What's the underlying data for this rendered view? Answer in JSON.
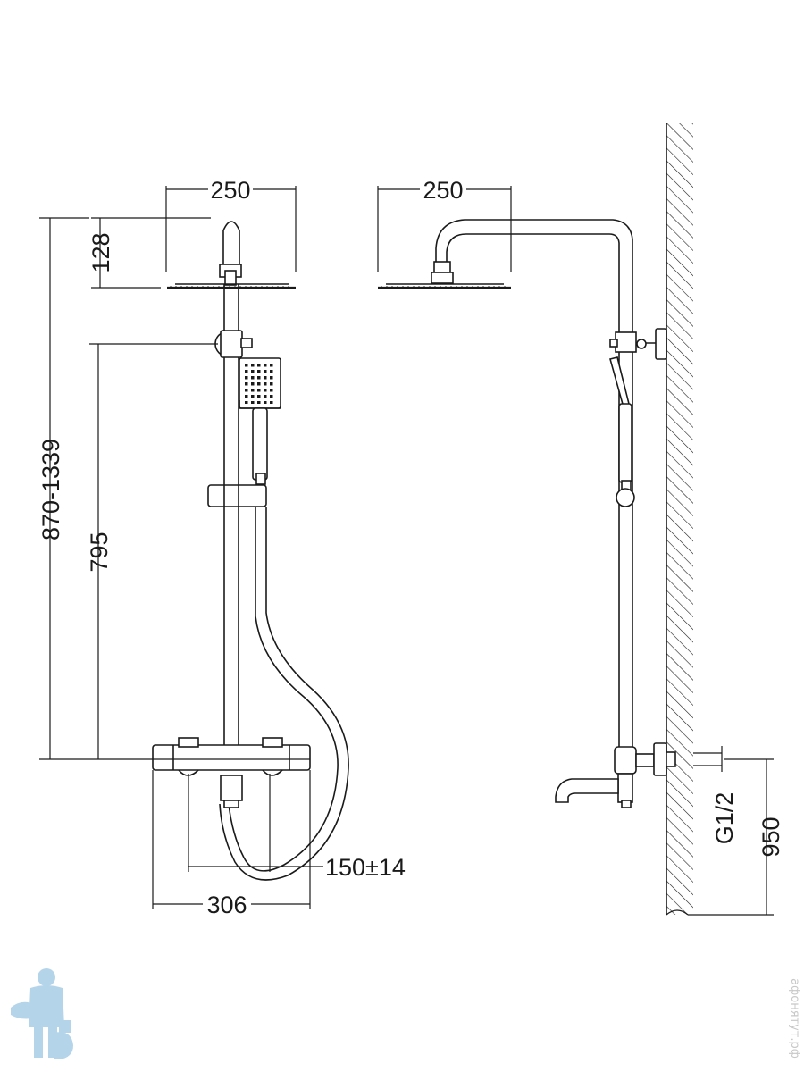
{
  "front_view": {
    "head_width": "250",
    "top_height": "128",
    "total_height": "870-1339",
    "holder_height": "795",
    "center_distance": "150±14",
    "mixer_width": "306"
  },
  "side_view": {
    "head_width": "250",
    "inlet_thread": "G1/2",
    "outlet_height": "950"
  },
  "watermark": {
    "site": "афонятут.рф"
  },
  "colors": {
    "line": "#1a1a1a",
    "watermark": "#c8c8c8",
    "mascot": "#9cc6e4"
  }
}
